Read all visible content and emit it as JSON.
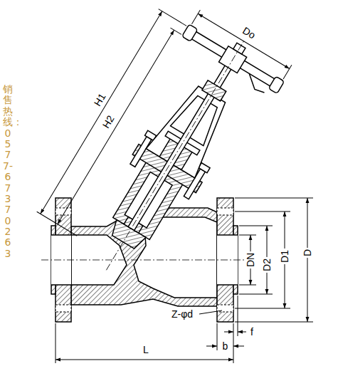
{
  "diagram": {
    "labels": [
      "销售热线：0577-67370263",
      "H1",
      "H2",
      "Do",
      "DN",
      "D2",
      "D1",
      "D",
      "Z-φd",
      "b",
      "f",
      "L"
    ]
  }
}
